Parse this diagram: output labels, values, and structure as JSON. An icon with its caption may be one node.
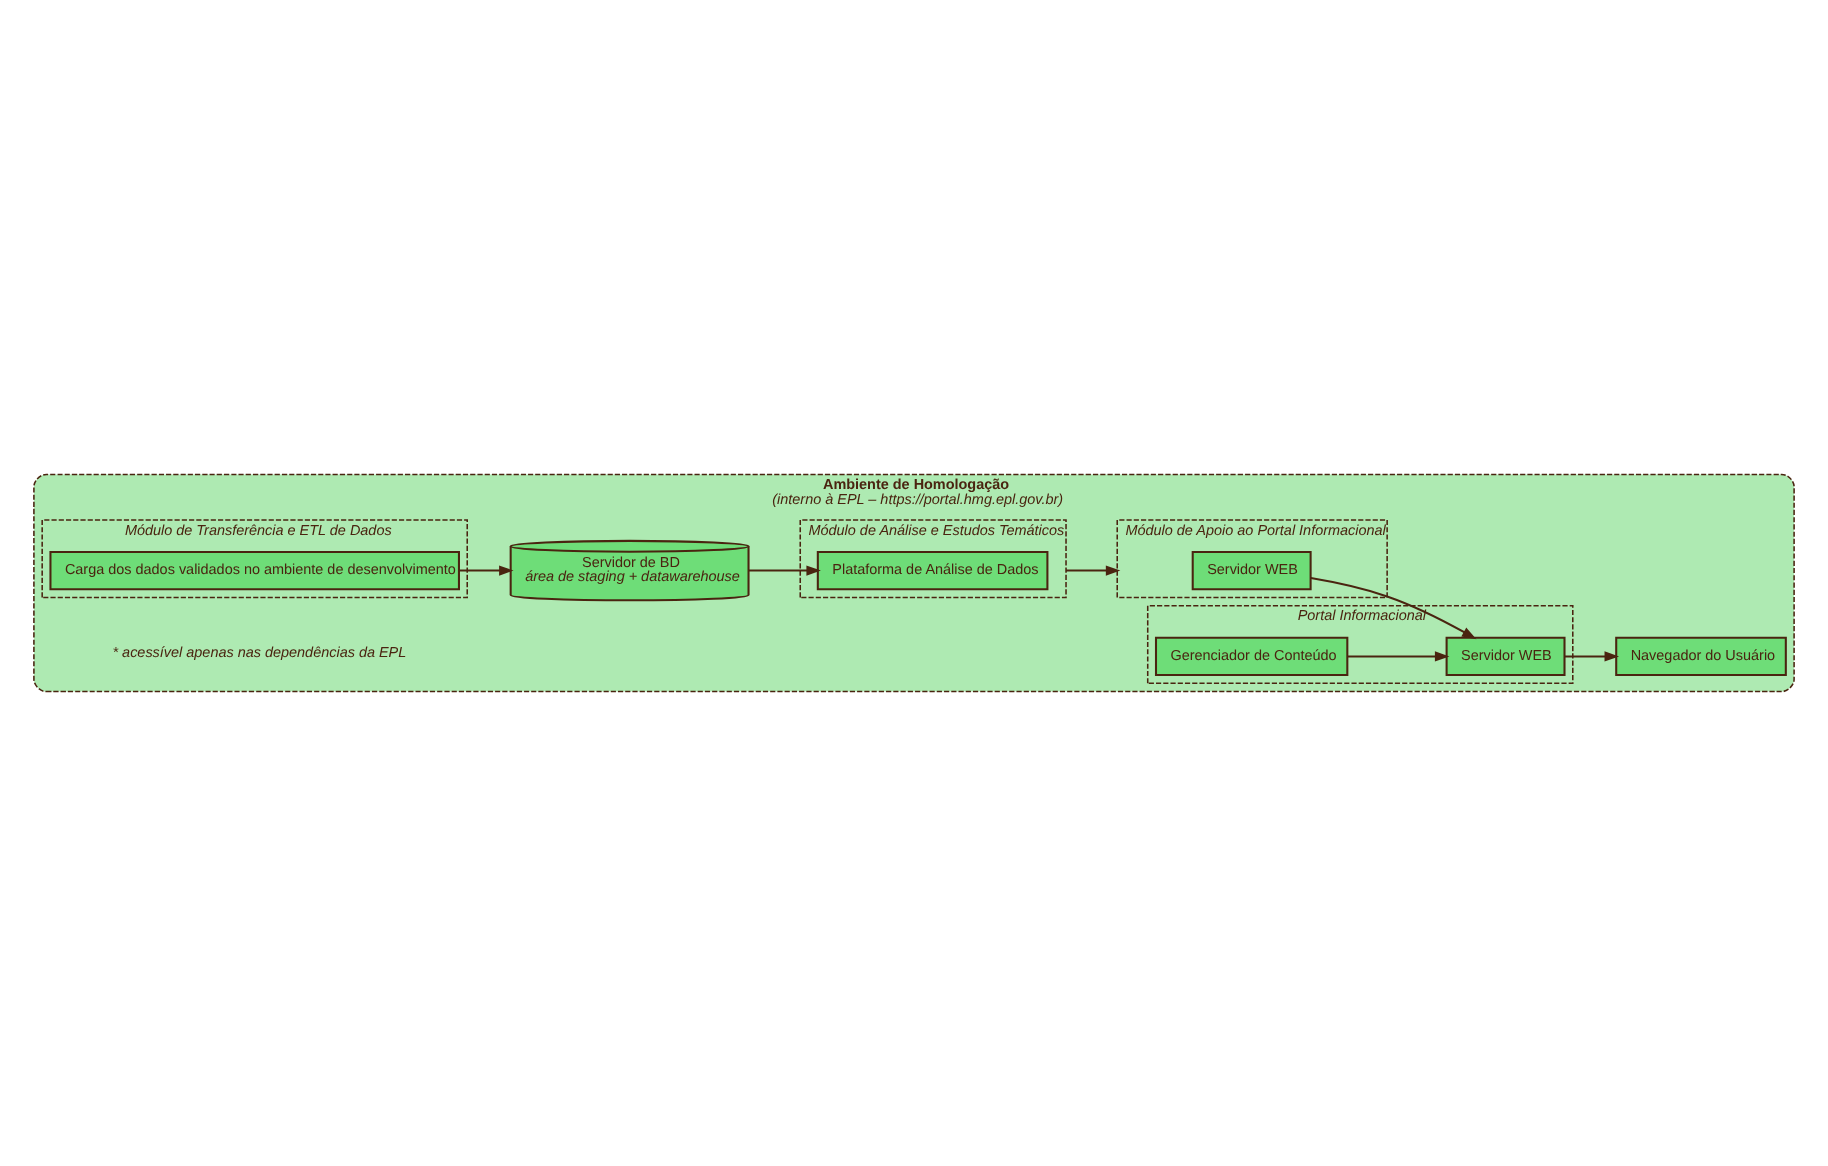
{
  "diagram": {
    "nodes": [
      {
        "text": [
          "Ambiente de Homologação",
          "(interno à EPL – https://portal.hmg.epl.gov.br)"
        ]
      },
      {
        "text": [
          "Módulo de Análise e Estudos Temáticos"
        ],
        "in": 0
      },
      {
        "text": [
          "Plataforma de Análise de Dados"
        ],
        "in": 1
      },
      {
        "text": [
          "Módulo de Apoio ao Portal Informacional"
        ],
        "in": 0
      },
      {
        "text": [
          "Servidor WEB"
        ],
        "in": 3
      },
      {
        "text": [
          "Módulo de Transferência e ETL de Dados"
        ],
        "in": 0
      },
      {
        "text": [
          "Carga dos dados validados no ambiente de desenvolvimento"
        ],
        "in": 5
      },
      {
        "text": [
          "Servidor de BD",
          "área de staging + datawarehouse"
        ],
        "in": 0
      },
      {
        "text": [
          "Portal Informacional"
        ],
        "in": 0
      },
      {
        "text": [
          "Gerenciador de Conteúdo"
        ],
        "in": 8
      },
      {
        "text": [
          "Servidor WEB"
        ],
        "in": 8
      },
      {
        "text": [
          "Navegador do Usuário"
        ],
        "in": 0
      }
    ],
    "edges": [
      {
        "from": 1,
        "to": 3,
        "arrow": "to"
      },
      {
        "from": 7,
        "to": 2,
        "arrow": "to"
      },
      {
        "from": 6,
        "to": 7,
        "arrow": "to"
      },
      {
        "from": 4,
        "to": 10,
        "arrow": "to"
      },
      {
        "from": 9,
        "to": 10,
        "arrow": "to"
      },
      {
        "from": 10,
        "to": 11,
        "arrow": "to"
      }
    ],
    "labels": [
      "* acessível apenas nas dependências da EPL"
    ]
  }
}
